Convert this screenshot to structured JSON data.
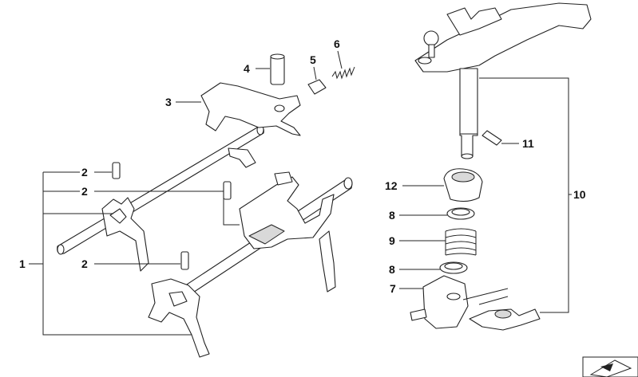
{
  "callouts": {
    "c1": "1",
    "c2a": "2",
    "c2b": "2",
    "c2c": "2",
    "c3": "3",
    "c4": "4",
    "c5": "5",
    "c6": "6",
    "c7": "7",
    "c8a": "8",
    "c8b": "8",
    "c9": "9",
    "c10": "10",
    "c11": "11",
    "c12": "12"
  },
  "colors": {
    "line": "#222222",
    "background": "#ffffff",
    "shade": "#d9d9d9"
  },
  "icons": {
    "corner_logo": "diagram-index-icon"
  }
}
